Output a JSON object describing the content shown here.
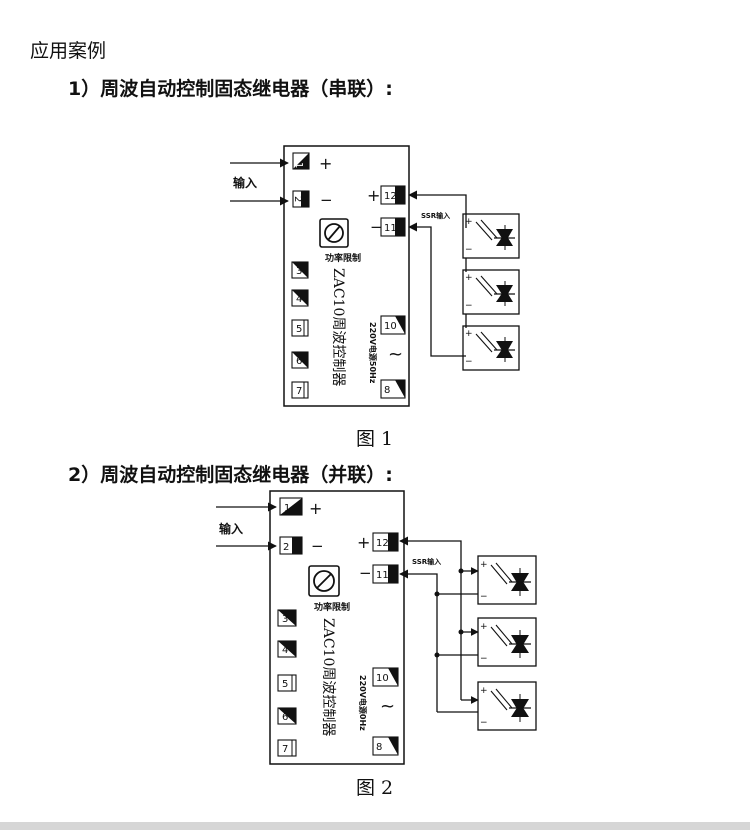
{
  "page": {
    "title": "应用案例",
    "section1": "1）周波自动控制固态继电器（串联）:",
    "section2": "2）周波自动控制固态继电器（并联）:",
    "caption1": "图 1",
    "caption2": "图 2"
  },
  "diagram": {
    "input_label": "输入",
    "plus": "+",
    "minus": "−",
    "knob_label": "功率限制",
    "product_label": "ZAC10周波控制器",
    "power_label_1": "220V电源50Hz",
    "power_label_2": "220V电源0Hz",
    "ssr_label": "SSR输入",
    "tilde": "~",
    "terminals": {
      "t1": "1",
      "t2": "2",
      "t3": "3",
      "t4": "4",
      "t5": "5",
      "t6": "6",
      "t7": "7",
      "t8": "8",
      "t10": "10",
      "t11": "11",
      "t12": "12"
    },
    "colors": {
      "line": "#111111",
      "background": "#ffffff"
    }
  }
}
